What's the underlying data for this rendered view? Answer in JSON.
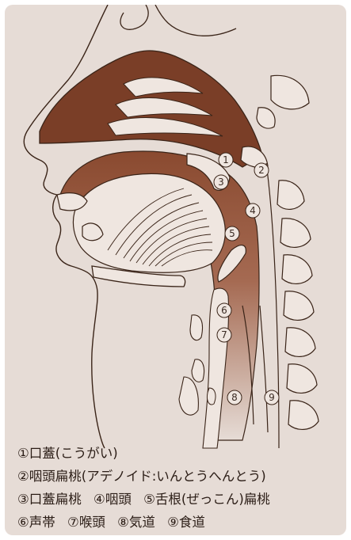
{
  "markers": [
    {
      "num": "1"
    },
    {
      "num": "2"
    },
    {
      "num": "3"
    },
    {
      "num": "4"
    },
    {
      "num": "5"
    },
    {
      "num": "6"
    },
    {
      "num": "7"
    },
    {
      "num": "8"
    },
    {
      "num": "9"
    }
  ],
  "legend": {
    "line1": [
      "①口蓋(こうがい)"
    ],
    "line2": [
      "②咽頭扁桃(アデノイド:いんとうへんとう)"
    ],
    "line3": [
      "③口蓋扁桃",
      "④咽頭",
      "⑤舌根(ぜっこん)扁桃"
    ],
    "line4": [
      "⑥声帯",
      "⑦喉頭",
      "⑧気道",
      "⑨食道"
    ]
  },
  "colors": {
    "background": "#e6dcd6",
    "nasal_cavity": "#7a3e27",
    "pharynx_gradient_top": "#8a4a30",
    "pharynx_gradient_bottom": "#e6dcd6",
    "outline": "#3a2418",
    "tissue": "#efe6e0"
  }
}
